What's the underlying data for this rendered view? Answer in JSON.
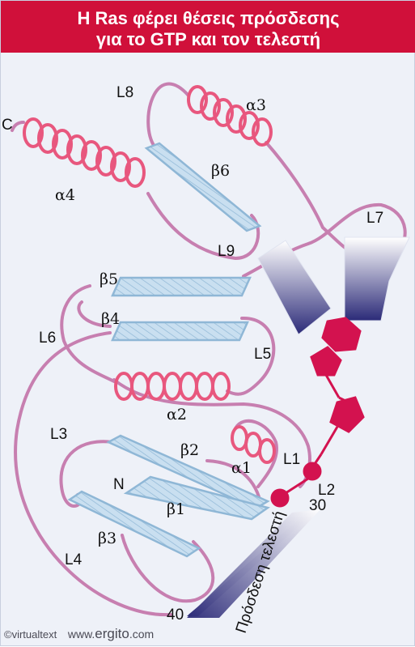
{
  "title": {
    "line1": "Η Ras φέρει θέσεις πρόσδεσης",
    "line2": "για το GTP και τον τελεστή"
  },
  "labels": {
    "L8": "L8",
    "a3": "α3",
    "C": "C",
    "b6": "β6",
    "a4": "α4",
    "L7": "L7",
    "L9": "L9",
    "b5": "β5",
    "b4": "β4",
    "L6": "L6",
    "L5": "L5",
    "a2": "α2",
    "L3": "L3",
    "b2": "β2",
    "a1": "α1",
    "L1": "L1",
    "N": "N",
    "L2": "L2",
    "b1": "β1",
    "n30": "30",
    "b3": "β3",
    "L4": "L4",
    "n40": "40",
    "effector": "Πρόσδεση τελεστή"
  },
  "footer": {
    "copyright": "©virtualtext",
    "site_prefix": "www.",
    "site_brand": "ergito",
    "site_suffix": ".com"
  },
  "colors": {
    "header": "#d0103a",
    "loop": "#c77fb0",
    "helix": "#e8577e",
    "strand_fill": "#c9dff0",
    "strand_stroke": "#8fb7d6",
    "gtp": "#d3124f",
    "wedge_dark": "#2b2a78"
  }
}
